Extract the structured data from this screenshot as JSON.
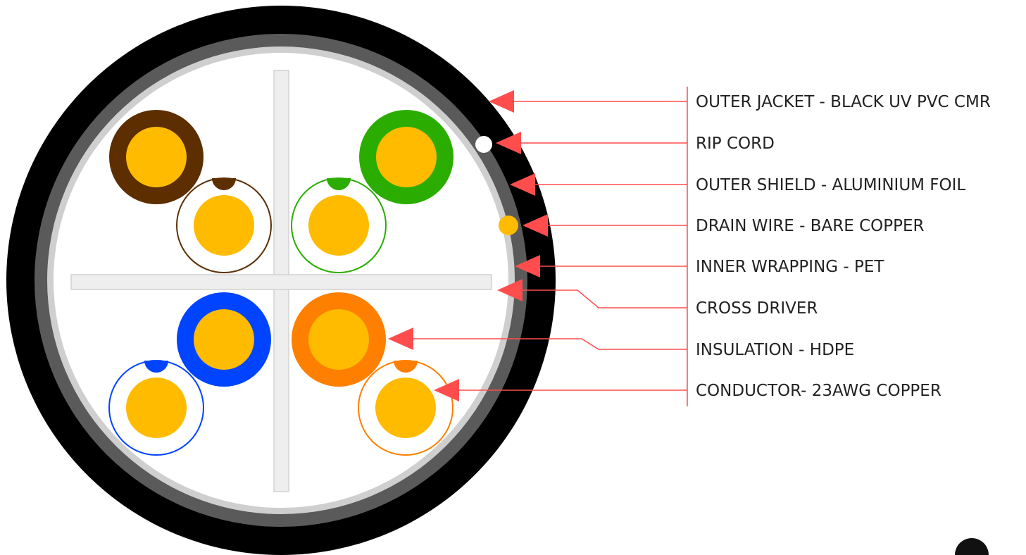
{
  "labels": [
    "OUTER JACKET - BLACK UV PVC CMR",
    "RIP CORD",
    "OUTER SHIELD - ALUMINIUM FOIL",
    "DRAIN WIRE - BARE COPPER",
    "INNER WRAPPING - PET",
    "CROSS DRIVER",
    "INSULATION - HDPE",
    "CONDUCTOR- 23AWG COPPER"
  ],
  "colors": {
    "jacket": "#000000",
    "shield": "#5a5a5a",
    "wrapping": "#cfcfcf",
    "core": "#ffffff",
    "cross_driver": "#eeeeee",
    "copper": "#ffbb00",
    "rip_cord": "#ffffff",
    "drain_wire": "#ffbb00",
    "leader": "#ff4d4d",
    "pair_brown": "#5c2e00",
    "pair_green": "#2aad00",
    "pair_blue": "#0044ff",
    "pair_orange": "#ff7f00"
  }
}
